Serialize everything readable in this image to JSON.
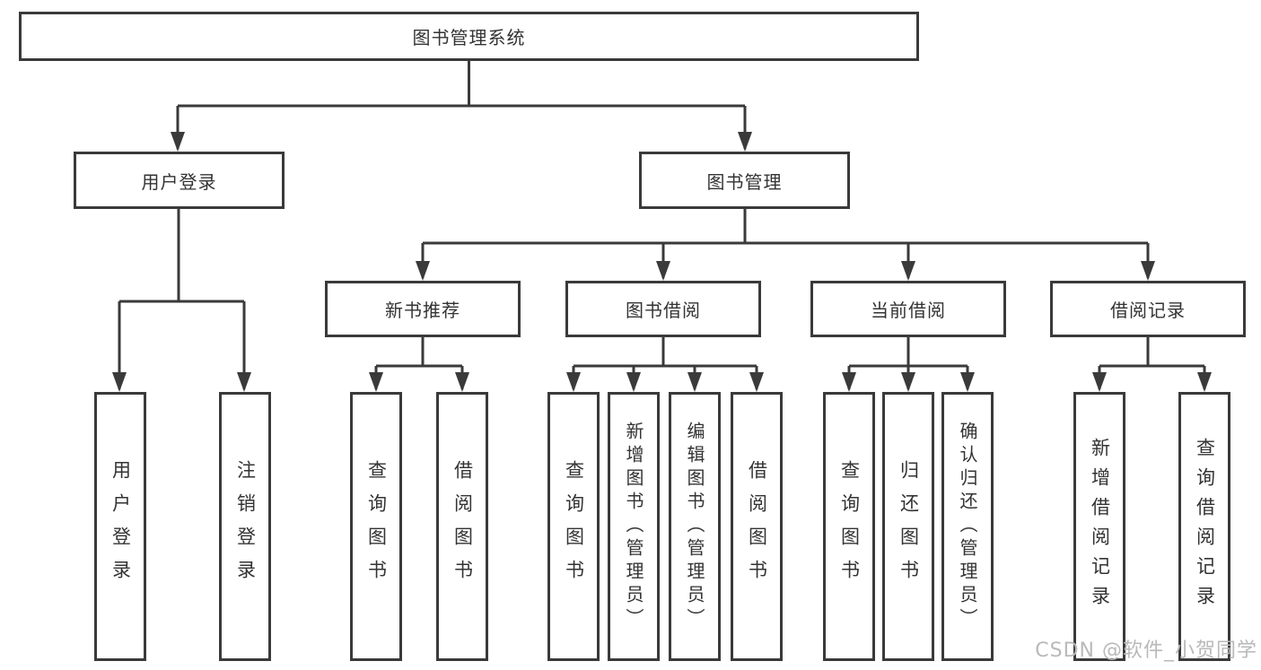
{
  "diagram": {
    "type": "hierarchy",
    "colors": {
      "line": "#3a3a3a",
      "box_border": "#3a3a3a",
      "text": "#333333",
      "background": "#ffffff",
      "watermark": "#b9b9b9"
    },
    "tree": {
      "label": "图书管理系统",
      "children": [
        {
          "label": "用户登录",
          "children": [
            {
              "label": "用户登录"
            },
            {
              "label": "注销登录"
            }
          ]
        },
        {
          "label": "图书管理",
          "children": [
            {
              "label": "新书推荐",
              "children": [
                {
                  "label": "查询图书"
                },
                {
                  "label": "借阅图书"
                }
              ]
            },
            {
              "label": "图书借阅",
              "children": [
                {
                  "label": "查询图书"
                },
                {
                  "label": "新增图书（管理员）"
                },
                {
                  "label": "编辑图书（管理员）"
                },
                {
                  "label": "借阅图书"
                }
              ]
            },
            {
              "label": "当前借阅",
              "children": [
                {
                  "label": "查询图书"
                },
                {
                  "label": "归还图书"
                },
                {
                  "label": "确认归还（管理员）"
                }
              ]
            },
            {
              "label": "借阅记录",
              "children": [
                {
                  "label": "新增借阅记录"
                },
                {
                  "label": "查询借阅记录"
                }
              ]
            }
          ]
        }
      ]
    }
  },
  "watermark": {
    "text": "CSDN @软件_小贺同学"
  }
}
